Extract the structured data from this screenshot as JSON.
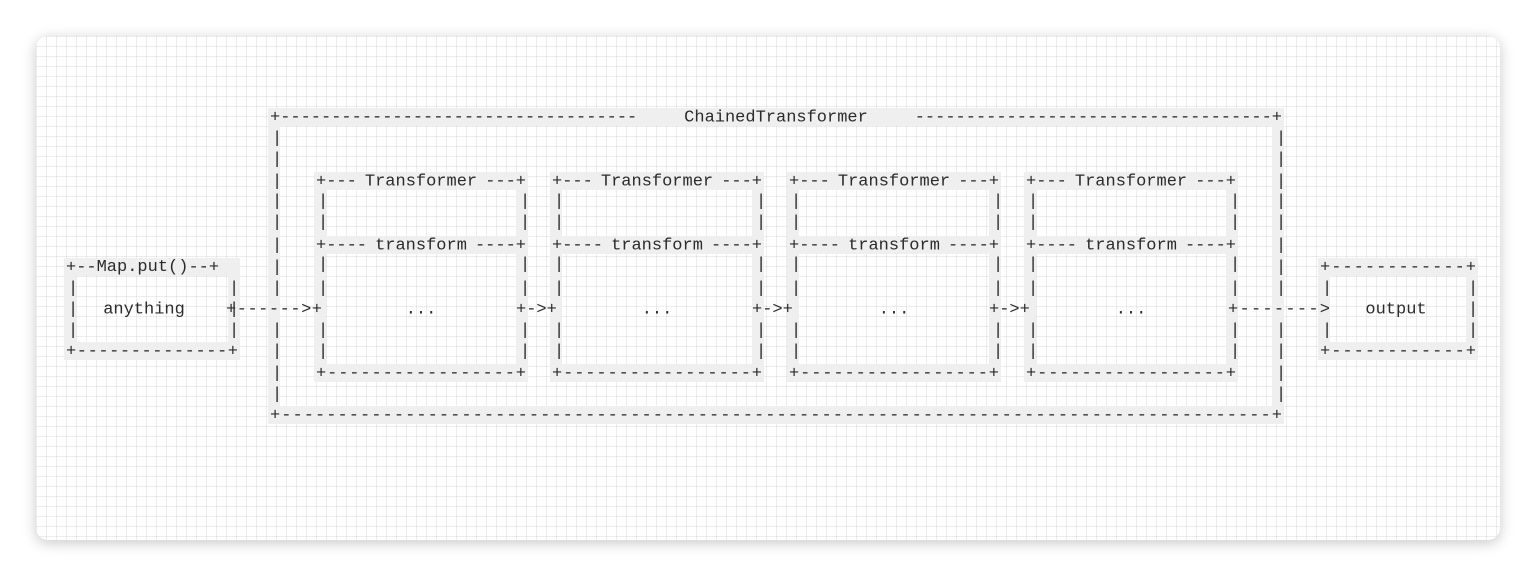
{
  "chained": {
    "title": "ChainedTransformer"
  },
  "source": {
    "title": "Map.put()",
    "label": "anything"
  },
  "transformers": [
    {
      "title": "Transformer",
      "method": "transform",
      "body": "..."
    },
    {
      "title": "Transformer",
      "method": "transform",
      "body": "..."
    },
    {
      "title": "Transformer",
      "method": "transform",
      "body": "..."
    },
    {
      "title": "Transformer",
      "method": "transform",
      "body": "..."
    }
  ],
  "sink": {
    "label": "output"
  }
}
